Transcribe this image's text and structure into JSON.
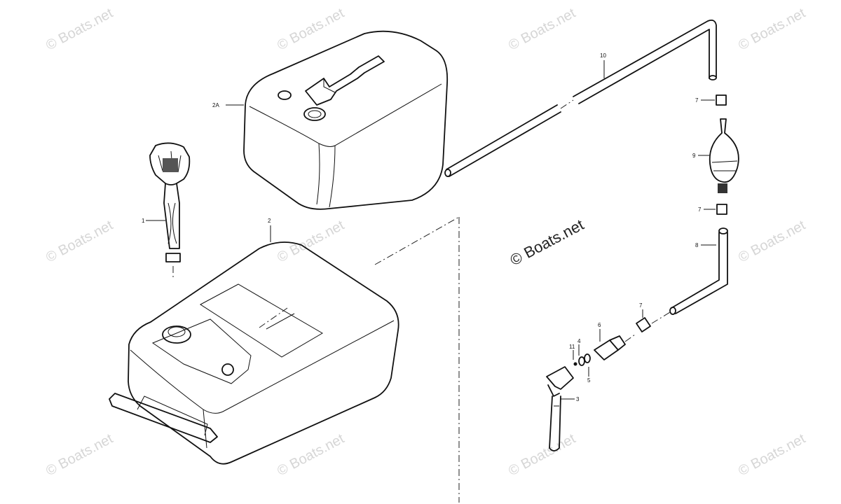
{
  "watermark": "© Boats.net",
  "center_watermark": "© Boats.net",
  "callouts": {
    "p1": "1",
    "p2": "2",
    "p2a": "2A",
    "p3": "3",
    "p4": "4",
    "p5": "5",
    "p6": "6",
    "p7a": "7",
    "p7b": "7",
    "p7c": "7",
    "p8": "8",
    "p9": "9",
    "p10": "10",
    "p11": "11"
  }
}
